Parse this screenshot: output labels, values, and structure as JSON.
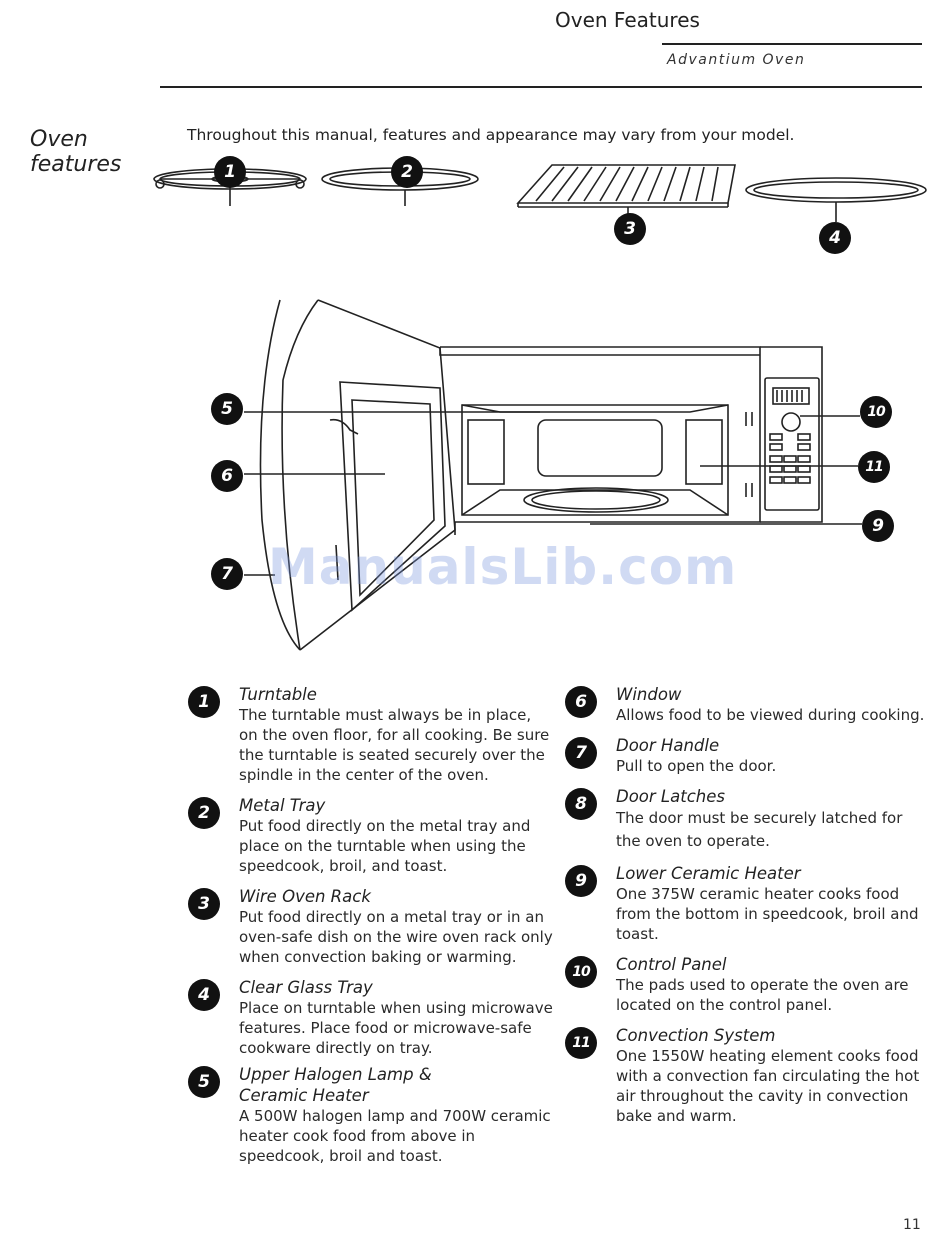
{
  "header": {
    "title": "Oven Features",
    "subtitle": "Advantium Oven"
  },
  "section": {
    "title": "Oven features",
    "intro": "Throughout this manual, features and appearance may vary from your model."
  },
  "diagram_numbers": [
    "1",
    "2",
    "3",
    "4",
    "5",
    "6",
    "7",
    "9",
    "10",
    "11"
  ],
  "features_left": [
    {
      "num": "1",
      "title": "Turntable",
      "desc": "The turntable must always be in place, on the oven floor, for all cooking. Be sure the turntable is seated securely over the spindle in the center of the oven."
    },
    {
      "num": "2",
      "title": "Metal Tray",
      "desc": "Put food directly on the metal tray and place on the turntable when using the speedcook, broil, and toast."
    },
    {
      "num": "3",
      "title": "Wire Oven Rack",
      "desc": "Put food directly on a metal tray or in an oven-safe dish on the wire oven rack only when convection baking or warming."
    },
    {
      "num": "4",
      "title": "Clear Glass Tray",
      "desc": "Place on turntable when using microwave features. Place food or microwave-safe cookware directly on tray."
    },
    {
      "num": "5",
      "title": "Upper Halogen Lamp & Ceramic Heater",
      "desc": "A 500W halogen lamp and 700W ceramic heater cook food from above in speedcook, broil and toast."
    }
  ],
  "features_right": [
    {
      "num": "6",
      "title": "Window",
      "desc": "Allows food to be viewed during cooking."
    },
    {
      "num": "7",
      "title": "Door Handle",
      "desc": "Pull to open the door."
    },
    {
      "num": "8",
      "title": "Door Latches",
      "desc": "The door must be securely latched for the oven to operate."
    },
    {
      "num": "9",
      "title": "Lower Ceramic Heater",
      "desc": "One 375W ceramic heater cooks food from the bottom in speedcook, broil and toast."
    },
    {
      "num": "10",
      "title": "Control Panel",
      "desc": "The pads used to operate the oven are located on the control panel."
    },
    {
      "num": "11",
      "title": "Convection System",
      "desc": "One 1550W heating element cooks food with a convection fan circulating the hot air throughout the cavity in convection bake and warm."
    }
  ],
  "watermark": "ManualsLib.com",
  "page_number": "11"
}
